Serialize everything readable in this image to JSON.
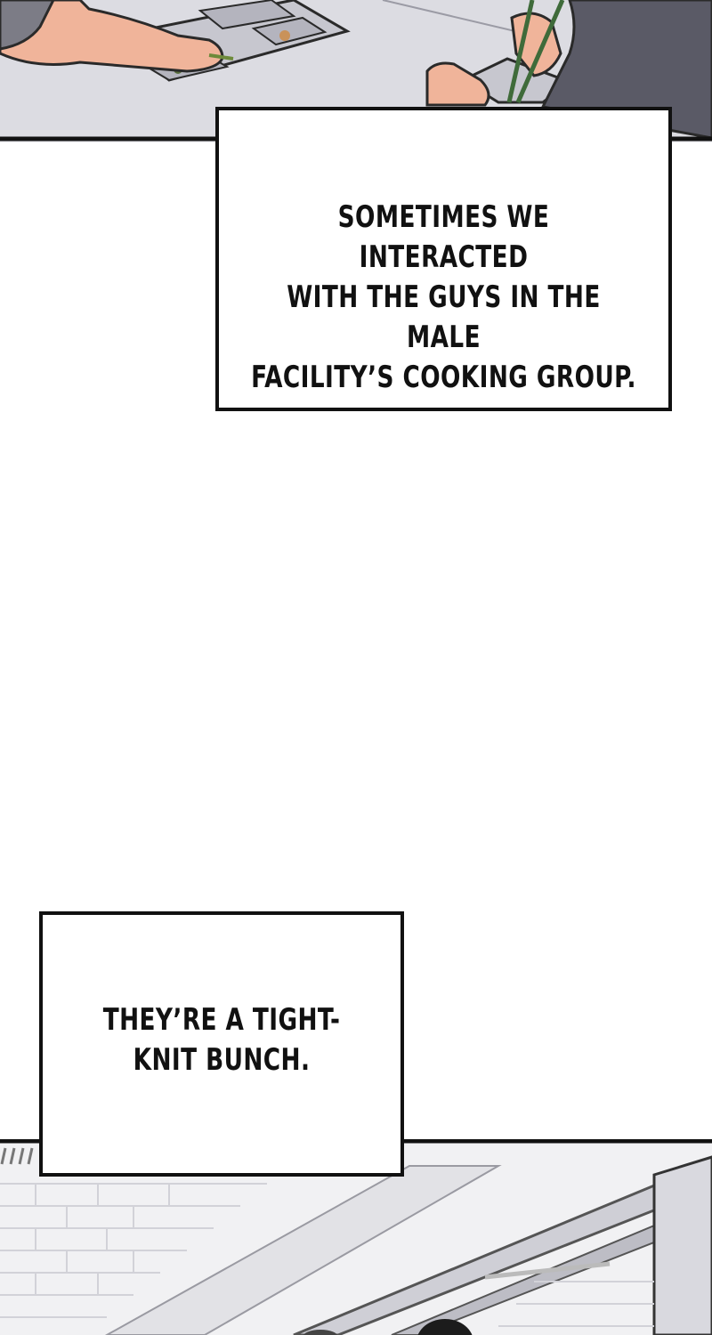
{
  "caption_1": {
    "lines": [
      "SOMETIMES WE INTERACTED",
      "WITH THE GUYS IN THE MALE",
      "FACILITY’S COOKING GROUP."
    ]
  },
  "caption_2": {
    "lines": [
      "THEY’RE A TIGHT-",
      "KNIT BUNCH."
    ]
  }
}
